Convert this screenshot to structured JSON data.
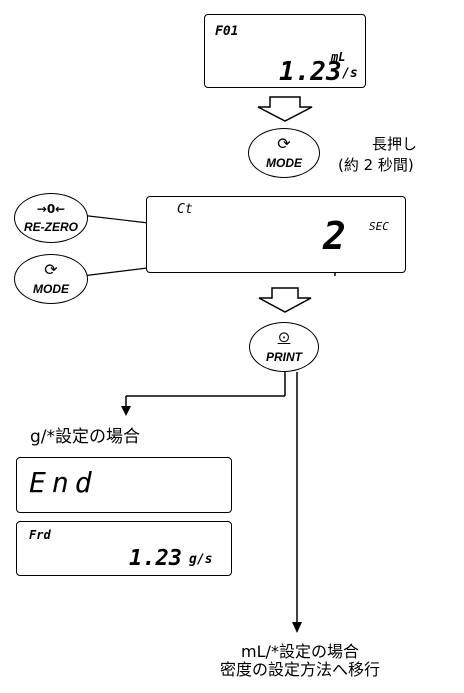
{
  "display_top": {
    "mode_code": "F01",
    "value": "1.23",
    "unit": "mL",
    "unit_suffix": "/s"
  },
  "display_ct": {
    "code": "Ct",
    "value": "2",
    "unit": "SEC"
  },
  "display_end": {
    "text": "End"
  },
  "display_frd": {
    "code": "Frd",
    "value": "1.23",
    "unit": "g/s"
  },
  "keys": {
    "mode": {
      "label": "MODE",
      "icon": "⟳"
    },
    "rezero": {
      "label": "RE-ZERO",
      "icon": "→0←"
    },
    "print": {
      "label": "PRINT",
      "icon": "⊙"
    }
  },
  "notes": {
    "long_press_line1": "長押し",
    "long_press_line2": "(約 2 秒間)",
    "g_setting": "g/*設定の場合",
    "ml_setting_line1": "mL/*設定の場合",
    "ml_setting_line2": "密度の設定方法へ移行"
  },
  "icons": [
    "hollow-arrow-down-icon",
    "mode-cycle-icon",
    "rezero-arrows-icon",
    "print-target-icon",
    "up-down-arrow-icon",
    "flash-rays-icon"
  ]
}
